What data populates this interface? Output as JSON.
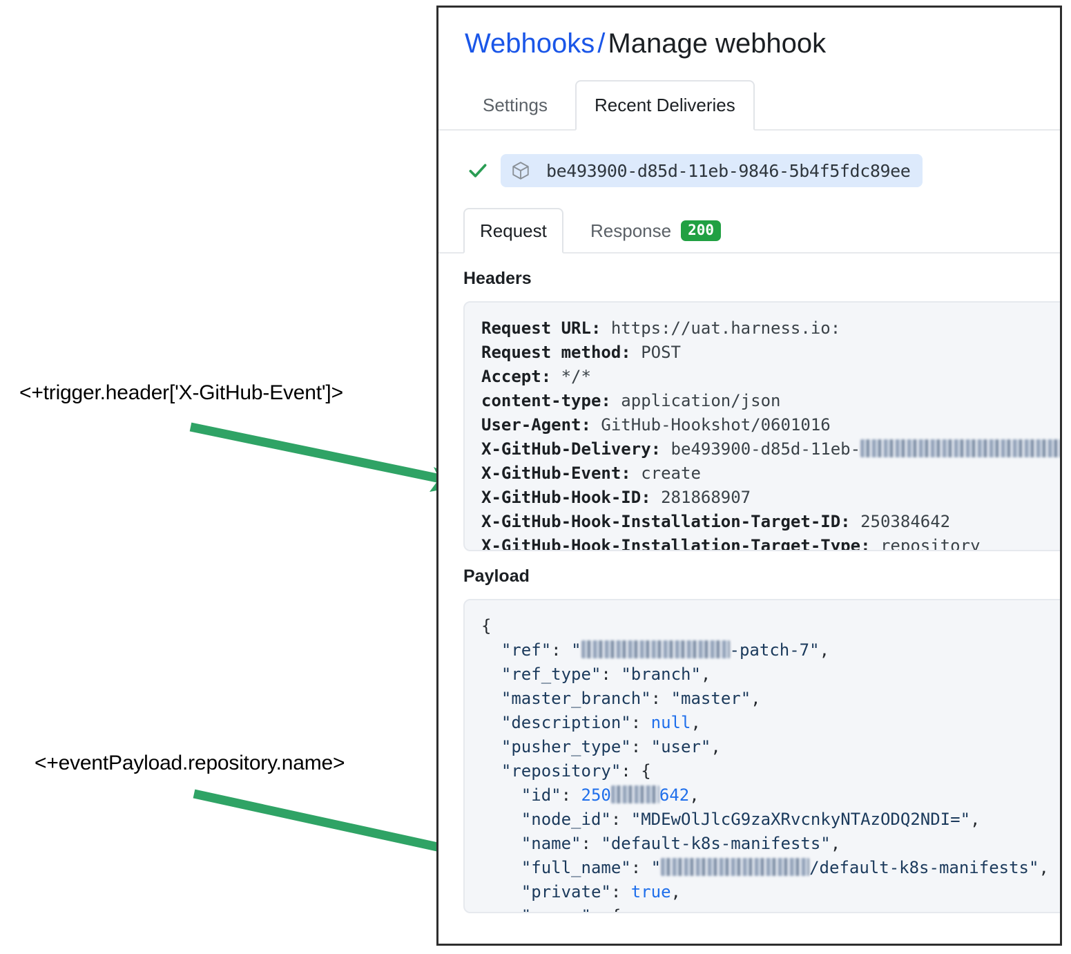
{
  "annotations": [
    {
      "text": "<+trigger.header['X-GitHub-Event']>"
    },
    {
      "text": "<+eventPayload.repository.name>"
    }
  ],
  "arrow_color": "#2fa365",
  "breadcrumb": {
    "link": "Webhooks",
    "separator": "/",
    "current": "Manage webhook"
  },
  "outer_tabs": [
    {
      "label": "Settings",
      "active": false
    },
    {
      "label": "Recent Deliveries",
      "active": true
    }
  ],
  "delivery": {
    "status_icon": "check-icon",
    "package_icon": "cube-icon",
    "id": "be493900-d85d-11eb-9846-5b4f5fdc89ee"
  },
  "inner_tabs": [
    {
      "label": "Request",
      "active": true,
      "badge": null
    },
    {
      "label": "Response",
      "active": false,
      "badge": "200"
    }
  ],
  "sections": {
    "headers_title": "Headers",
    "payload_title": "Payload"
  },
  "headers": [
    {
      "key": "Request URL:",
      "value": "https://uat.harness.io:"
    },
    {
      "key": "Request method:",
      "value": "POST"
    },
    {
      "key": "Accept:",
      "value": "*/*"
    },
    {
      "key": "content-type:",
      "value": "application/json"
    },
    {
      "key": "User-Agent:",
      "value": "GitHub-Hookshot/0601016"
    },
    {
      "key": "X-GitHub-Delivery:",
      "value": "be493900-d85d-11eb-",
      "redacted": true
    },
    {
      "key": "X-GitHub-Event:",
      "value": "create"
    },
    {
      "key": "X-GitHub-Hook-ID:",
      "value": "281868907"
    },
    {
      "key": "X-GitHub-Hook-Installation-Target-ID:",
      "value": "250384642"
    },
    {
      "key": "X-GitHub-Hook-Installation-Target-Type:",
      "value": "repository"
    }
  ],
  "payload_lines": [
    {
      "indent": 0,
      "text": "{",
      "type": "punct"
    },
    {
      "indent": 1,
      "key": "ref",
      "value": "-patch-7",
      "type": "string",
      "redacted_prefix": true,
      "comma": true
    },
    {
      "indent": 1,
      "key": "ref_type",
      "value": "branch",
      "type": "string",
      "comma": true
    },
    {
      "indent": 1,
      "key": "master_branch",
      "value": "master",
      "type": "string",
      "comma": true
    },
    {
      "indent": 1,
      "key": "description",
      "value": "null",
      "type": "literal",
      "comma": true
    },
    {
      "indent": 1,
      "key": "pusher_type",
      "value": "user",
      "type": "string",
      "comma": true
    },
    {
      "indent": 1,
      "key": "repository",
      "value": "{",
      "type": "open",
      "comma": false
    },
    {
      "indent": 2,
      "key": "id",
      "value": "250",
      "value_tail": "642",
      "type": "number",
      "redacted_mid": true,
      "comma": true
    },
    {
      "indent": 2,
      "key": "node_id",
      "value": "MDEwOlJlcG9zaXRvcnkyNTAzODQ2NDI=",
      "type": "string",
      "comma": true
    },
    {
      "indent": 2,
      "key": "name",
      "value": "default-k8s-manifests",
      "type": "string",
      "comma": true
    },
    {
      "indent": 2,
      "key": "full_name",
      "value": "/default-k8s-manifests",
      "type": "string",
      "redacted_prefix": true,
      "comma": true
    },
    {
      "indent": 2,
      "key": "private",
      "value": "true",
      "type": "literal",
      "comma": true
    },
    {
      "indent": 2,
      "key": "owner",
      "value": "{",
      "type": "open",
      "comma": false
    }
  ]
}
